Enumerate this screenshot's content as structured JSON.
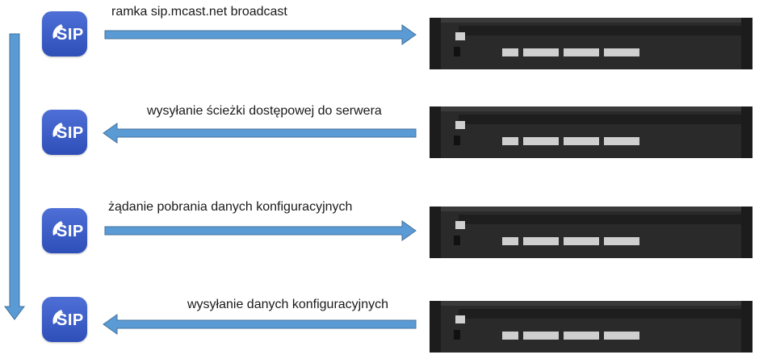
{
  "icon_text": "SIP",
  "messages": [
    {
      "text": "ramka sip.mcast.net broadcast",
      "direction": "right"
    },
    {
      "text": "wysyłanie ścieżki dostępowej do serwera",
      "direction": "left"
    },
    {
      "text": "żądanie pobrania danych konfiguracyjnych",
      "direction": "right"
    },
    {
      "text": "wysyłanie danych konfiguracyjnych",
      "direction": "left"
    }
  ],
  "colors": {
    "arrow_fill": "#5b9bd5",
    "arrow_stroke": "#41719c",
    "icon_bg": "#3456c4",
    "device_body": "#2a2a2a"
  }
}
